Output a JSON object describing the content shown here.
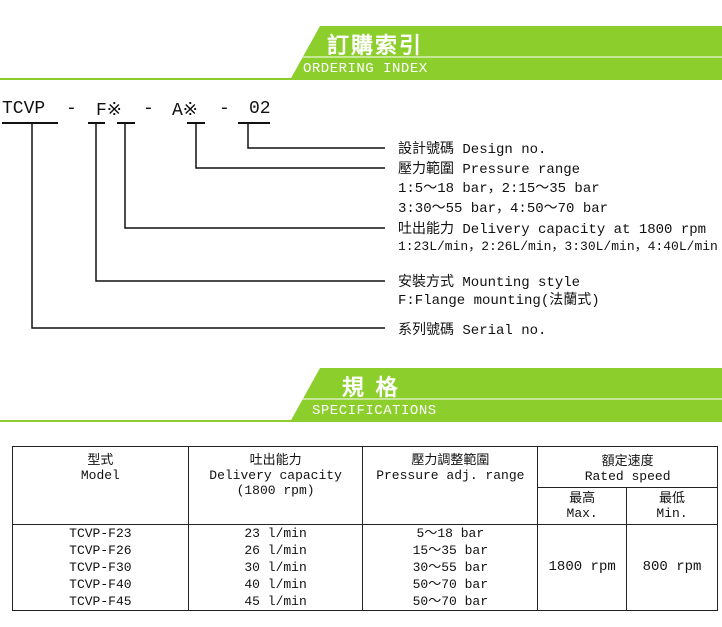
{
  "colors": {
    "banner_green": "#8ccf2c",
    "banner_dark": "#6eb61e"
  },
  "ordering_banner": {
    "title": "訂購索引",
    "subtitle": "ORDERING INDEX"
  },
  "specs_banner": {
    "title": "規 格",
    "subtitle": "SPECIFICATIONS"
  },
  "code": {
    "series": "TCVP",
    "dash1": "-",
    "mount": "F※",
    "dash2": "-",
    "pressure": "A※",
    "dash3": "-",
    "design": "02"
  },
  "descriptions": {
    "design": {
      "zh": "設計號碼",
      "en": "Design no."
    },
    "pressure": {
      "zh": "壓力範圍",
      "en": "Pressure range",
      "line1": "1:5～18 bar，2:15～35 bar",
      "line2": "3:30～55 bar，4:50～70 bar"
    },
    "delivery": {
      "zh": "吐出能力",
      "en": "Delivery capacity at 1800 rpm",
      "line1": "1:23L/min，2:26L/min，3:30L/min，4:40L/min"
    },
    "mounting": {
      "zh": "安裝方式",
      "en": "Mounting style",
      "line1_en": "F:Flange mounting(",
      "line1_zh": "法蘭式",
      "line1_end": ")"
    },
    "serial": {
      "zh": "系列號碼",
      "en": "Serial no."
    }
  },
  "table": {
    "headers": {
      "model_zh": "型式",
      "model_en": "Model",
      "delivery_zh": "吐出能力",
      "delivery_en": "Delivery capacity",
      "delivery_rpm": "(1800 rpm)",
      "pressure_zh": "壓力調整範圍",
      "pressure_en": "Pressure adj. range",
      "speed_zh": "額定速度",
      "speed_en": "Rated speed",
      "max_zh": "最高",
      "max_en": "Max.",
      "min_zh": "最低",
      "min_en": "Min."
    },
    "rows": [
      {
        "model": "TCVP-F23",
        "delivery": "23 l/min",
        "pressure": "5～18 bar"
      },
      {
        "model": "TCVP-F26",
        "delivery": "26 l/min",
        "pressure": "15～35 bar"
      },
      {
        "model": "TCVP-F30",
        "delivery": "30 l/min",
        "pressure": "30～55 bar"
      },
      {
        "model": "TCVP-F40",
        "delivery": "40 l/min",
        "pressure": "50～70 bar"
      },
      {
        "model": "TCVP-F45",
        "delivery": "45 l/min",
        "pressure": "50～70 bar"
      }
    ],
    "max_speed": "1800 rpm",
    "min_speed": "800 rpm"
  }
}
